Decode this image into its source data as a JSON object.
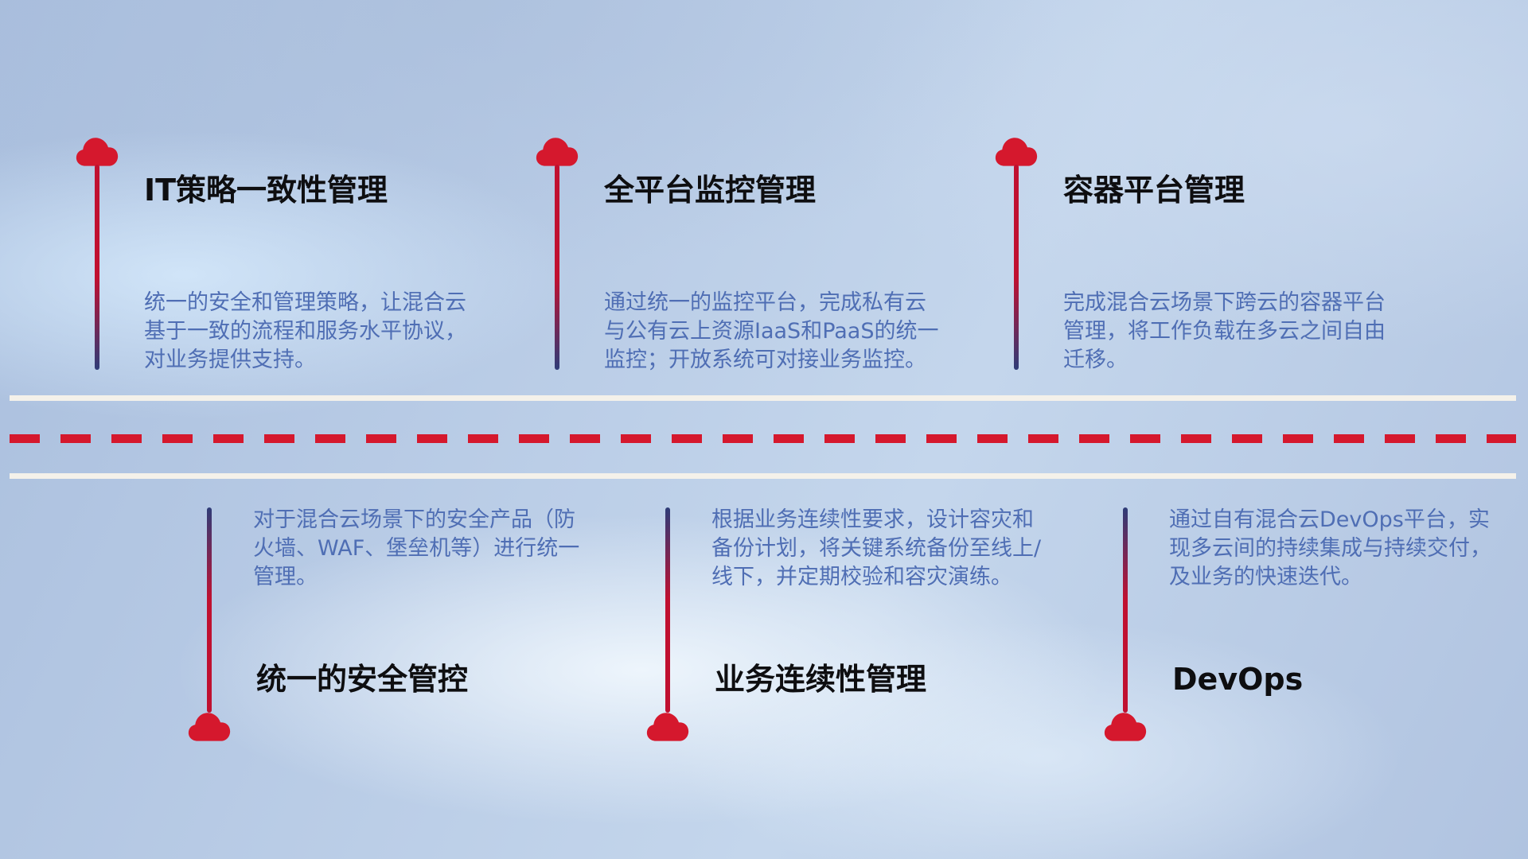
{
  "colors": {
    "cloud_red": "#d5182d",
    "stem_red": "#c01030",
    "stem_navy": "#2e3c78",
    "title": "#0e0e10",
    "desc": "#4f6eb4",
    "road_line": "#f4f1ea",
    "dash_red": "#d5182d"
  },
  "top_items": [
    {
      "title": "IT策略一致性管理",
      "desc": "统一的安全和管理策略，让混合云基于一致的流程和服务水平协议，对业务提供支持。"
    },
    {
      "title": "全平台监控管理",
      "desc": "通过统一的监控平台，完成私有云与公有云上资源IaaS和PaaS的统一监控；开放系统可对接业务监控。"
    },
    {
      "title": "容器平台管理",
      "desc": "完成混合云场景下跨云的容器平台管理，将工作负载在多云之间自由迁移。"
    }
  ],
  "bottom_items": [
    {
      "title": "统一的安全管控",
      "desc": "对于混合云场景下的安全产品（防火墙、WAF、堡垒机等）进行统一管理。"
    },
    {
      "title": "业务连续性管理",
      "desc": "根据业务连续性要求，设计容灾和备份计划，将关键系统备份至线上/线下，并定期校验和容灾演练。"
    },
    {
      "title": "DevOps",
      "desc": "通过自有混合云DevOps平台，实现多云间的持续集成与持续交付，及业务的快速迭代。"
    }
  ]
}
